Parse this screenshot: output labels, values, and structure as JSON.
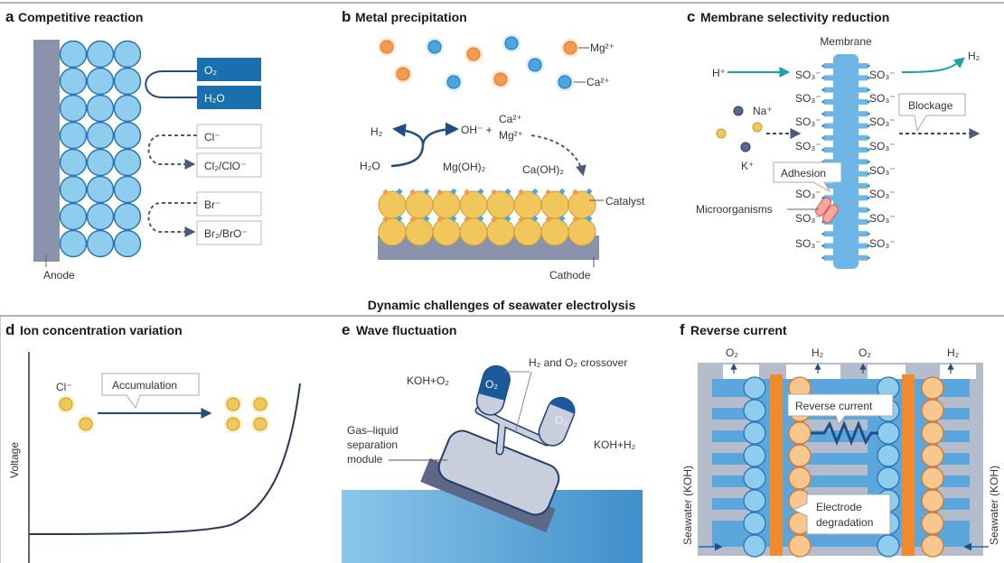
{
  "figure_title": "Dynamic challenges of seawater electrolysis",
  "colors": {
    "electrode_grey": "#8a93ab",
    "blue_particle": "#8fcdee",
    "dark_blue": "#1a6fae",
    "orange": "#f39a4f",
    "catalyst_gold": "#f1c65a",
    "teal_arrow": "#1aa3a8",
    "water": "#4f9fd6"
  },
  "panels": {
    "a": {
      "letter": "a",
      "title": "Competitive reaction",
      "anode": "Anode",
      "boxes": [
        "O₂",
        "H₂O",
        "Cl⁻",
        "Cl₂/ClO⁻",
        "Br⁻",
        "Br₂/BrO⁻"
      ]
    },
    "b": {
      "letter": "b",
      "title": "Metal precipitation",
      "mg": "Mg²⁺",
      "ca": "Ca²⁺",
      "h2": "H₂",
      "h2o": "H₂O",
      "oh": "OH⁻ +",
      "ca2": "Ca²⁺",
      "mg2": "Mg²⁺",
      "mgoh": "Mg(OH)₂",
      "caoh": "Ca(OH)₂",
      "catalyst": "Catalyst",
      "cathode": "Cathode"
    },
    "c": {
      "letter": "c",
      "title": "Membrane selectivity reduction",
      "membrane": "Membrane",
      "hplus": "H⁺",
      "h2": "H₂",
      "na": "Na⁺",
      "k": "K⁺",
      "so3": "SO₃⁻",
      "blockage": "Blockage",
      "adhesion": "Adhesion",
      "micro": "Microorganisms"
    },
    "d": {
      "letter": "d",
      "title": "Ion concentration variation",
      "ylabel": "Voltage",
      "cl": "Cl⁻",
      "accumulation": "Accumulation"
    },
    "e": {
      "letter": "e",
      "title": "Wave fluctuation",
      "crossover": "H₂ and O₂ crossover",
      "koh_o2": "KOH+O₂",
      "koh_h2": "KOH+H₂",
      "o2a": "O₂",
      "o2b": "O₂",
      "module1": "Gas–liquid",
      "module2": "separation",
      "module3": "module"
    },
    "f": {
      "letter": "f",
      "title": "Reverse current",
      "top_labels": [
        "O₂",
        "H₂",
        "O₂",
        "H₂"
      ],
      "reverse": "Reverse current",
      "degr1": "Electrode",
      "degr2": "degradation",
      "seawater": "Seawater (KOH)"
    }
  }
}
